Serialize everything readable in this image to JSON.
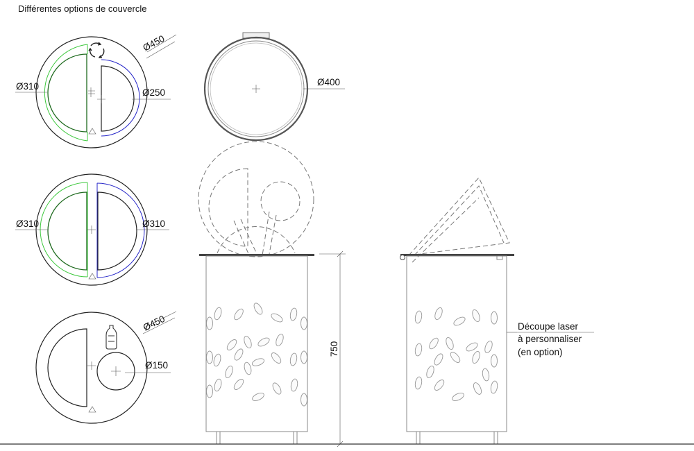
{
  "title": "Différentes options de couvercle",
  "lid_options": [
    {
      "outer": "Ø450",
      "left": "Ø310",
      "right": "Ø250"
    },
    {
      "left": "Ø310",
      "right": "Ø310"
    },
    {
      "outer": "Ø450",
      "right": "Ø150"
    }
  ],
  "top_view_diameter": "Ø400",
  "height": "750",
  "laser_note": [
    "Découpe laser",
    "à personnaliser",
    "(en option)"
  ],
  "colors": {
    "green": "#3cc83c",
    "blue": "#2424c8",
    "dark_green": "#1f6b1f"
  },
  "icons": [
    "recycle-icon",
    "bottle-icon",
    "warning-triangle-icon"
  ]
}
